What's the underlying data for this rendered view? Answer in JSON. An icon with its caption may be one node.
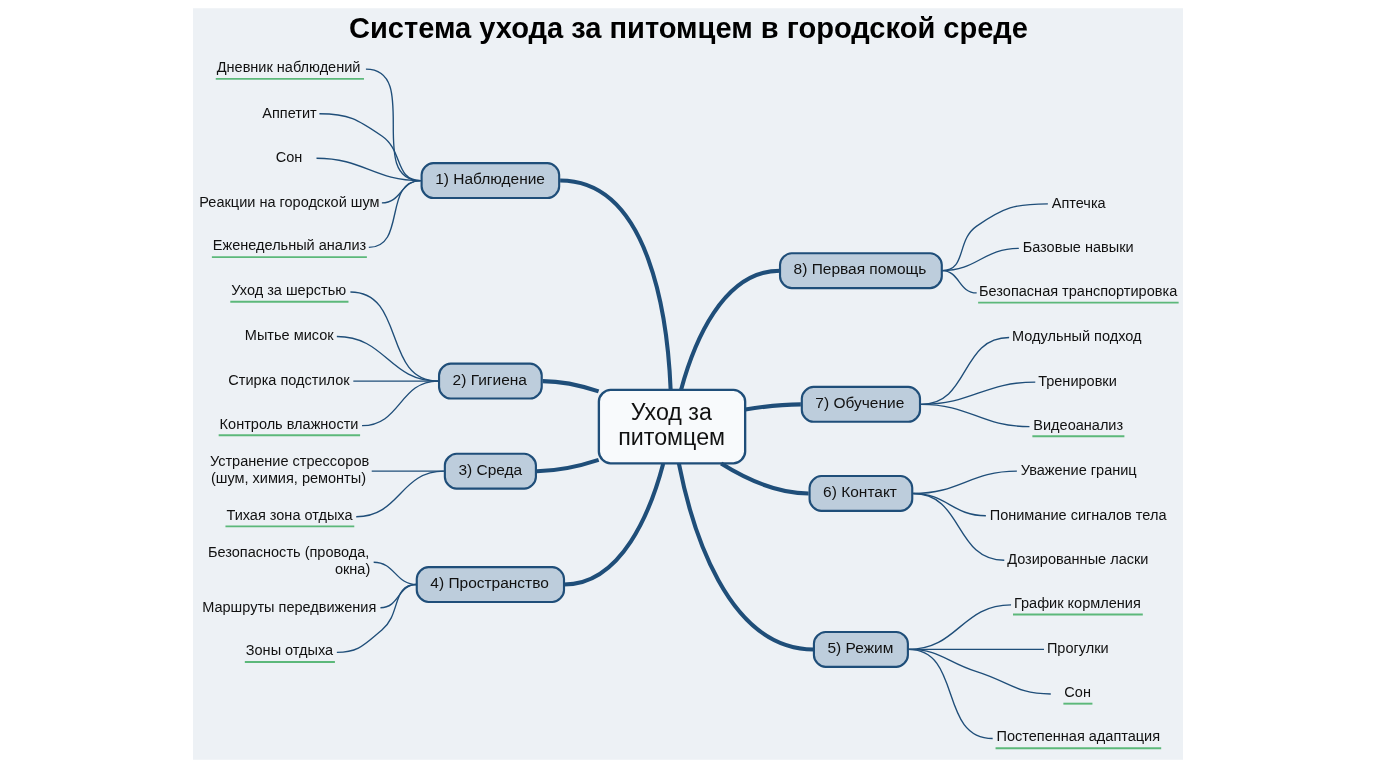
{
  "diagram": {
    "title": "Система ухода за питомцем в городской среде",
    "nodes": [
      {
        "text": [
          "Уход за питомцем"
        ]
      },
      {
        "text": [
          "1) Наблюдение"
        ]
      },
      {
        "text": [
          "Дневник наблюдений"
        ]
      },
      {
        "text": [
          "Аппетит"
        ]
      },
      {
        "text": [
          "Сон"
        ]
      },
      {
        "text": [
          "Реакции на городской шум"
        ]
      },
      {
        "text": [
          "Еженедельный анализ"
        ]
      },
      {
        "text": [
          "2) Гигиена"
        ]
      },
      {
        "text": [
          "Уход за шерстью"
        ]
      },
      {
        "text": [
          "Мытье мисок"
        ]
      },
      {
        "text": [
          "Стирка подстилок"
        ]
      },
      {
        "text": [
          "Контроль влажности"
        ]
      },
      {
        "text": [
          "3) Среда"
        ]
      },
      {
        "text": [
          "Устранение стрессоров (шум, химия, ремонты)"
        ]
      },
      {
        "text": [
          "Тихая зона отдыха"
        ]
      },
      {
        "text": [
          "4) Пространство"
        ]
      },
      {
        "text": [
          "Безопасность (провода, окна)"
        ]
      },
      {
        "text": [
          "Маршруты передвижения"
        ]
      },
      {
        "text": [
          "Зоны отдыха"
        ]
      },
      {
        "text": [
          "5) Режим"
        ]
      },
      {
        "text": [
          "График кормления"
        ]
      },
      {
        "text": [
          "Прогулки"
        ]
      },
      {
        "text": [
          "Сон"
        ]
      },
      {
        "text": [
          "Постепенная адаптация"
        ]
      },
      {
        "text": [
          "6) Контакт"
        ]
      },
      {
        "text": [
          "Уважение границ"
        ]
      },
      {
        "text": [
          "Понимание сигналов тела"
        ]
      },
      {
        "text": [
          "Дозированные ласки"
        ]
      },
      {
        "text": [
          "7) Обучение"
        ]
      },
      {
        "text": [
          "Модульный подход"
        ]
      },
      {
        "text": [
          "Тренировки"
        ]
      },
      {
        "text": [
          "Видеоанализ"
        ]
      },
      {
        "text": [
          "8) Первая помощь"
        ]
      },
      {
        "text": [
          "Аптечка"
        ]
      },
      {
        "text": [
          "Базовые навыки"
        ]
      },
      {
        "text": [
          "Безопасная транспортировка"
        ]
      }
    ],
    "edges": [
      {
        "from": 1,
        "to": 0,
        "arrow": "none",
        "style": "thick"
      },
      {
        "from": 2,
        "to": 1,
        "arrow": "none"
      },
      {
        "from": 3,
        "to": 1,
        "arrow": "none"
      },
      {
        "from": 4,
        "to": 1,
        "arrow": "none"
      },
      {
        "from": 5,
        "to": 1,
        "arrow": "none"
      },
      {
        "from": 6,
        "to": 1,
        "arrow": "none"
      },
      {
        "from": 7,
        "to": 0,
        "arrow": "none",
        "style": "thick"
      },
      {
        "from": 8,
        "to": 7,
        "arrow": "none"
      },
      {
        "from": 9,
        "to": 7,
        "arrow": "none"
      },
      {
        "from": 10,
        "to": 7,
        "arrow": "none"
      },
      {
        "from": 11,
        "to": 7,
        "arrow": "none"
      },
      {
        "from": 12,
        "to": 0,
        "arrow": "none",
        "style": "thick"
      },
      {
        "from": 13,
        "to": 12,
        "arrow": "none"
      },
      {
        "from": 14,
        "to": 12,
        "arrow": "none"
      },
      {
        "from": 15,
        "to": 0,
        "arrow": "none",
        "style": "thick"
      },
      {
        "from": 16,
        "to": 15,
        "arrow": "none"
      },
      {
        "from": 17,
        "to": 15,
        "arrow": "none"
      },
      {
        "from": 18,
        "to": 15,
        "arrow": "none"
      },
      {
        "from": 0,
        "to": 19,
        "arrow": "none",
        "style": "thick"
      },
      {
        "from": 19,
        "to": 20,
        "arrow": "none"
      },
      {
        "from": 19,
        "to": 21,
        "arrow": "none"
      },
      {
        "from": 19,
        "to": 22,
        "arrow": "none"
      },
      {
        "from": 19,
        "to": 23,
        "arrow": "none"
      },
      {
        "from": 0,
        "to": 24,
        "arrow": "none",
        "style": "thick"
      },
      {
        "from": 24,
        "to": 25,
        "arrow": "none"
      },
      {
        "from": 24,
        "to": 26,
        "arrow": "none"
      },
      {
        "from": 24,
        "to": 27,
        "arrow": "none"
      },
      {
        "from": 0,
        "to": 28,
        "arrow": "none",
        "style": "thick"
      },
      {
        "from": 28,
        "to": 29,
        "arrow": "none"
      },
      {
        "from": 28,
        "to": 30,
        "arrow": "none"
      },
      {
        "from": 28,
        "to": 31,
        "arrow": "none"
      },
      {
        "from": 0,
        "to": 32,
        "arrow": "none",
        "style": "thick"
      },
      {
        "from": 32,
        "to": 33,
        "arrow": "none"
      },
      {
        "from": 32,
        "to": 34,
        "arrow": "none"
      },
      {
        "from": 32,
        "to": 35,
        "arrow": "none"
      }
    ]
  }
}
